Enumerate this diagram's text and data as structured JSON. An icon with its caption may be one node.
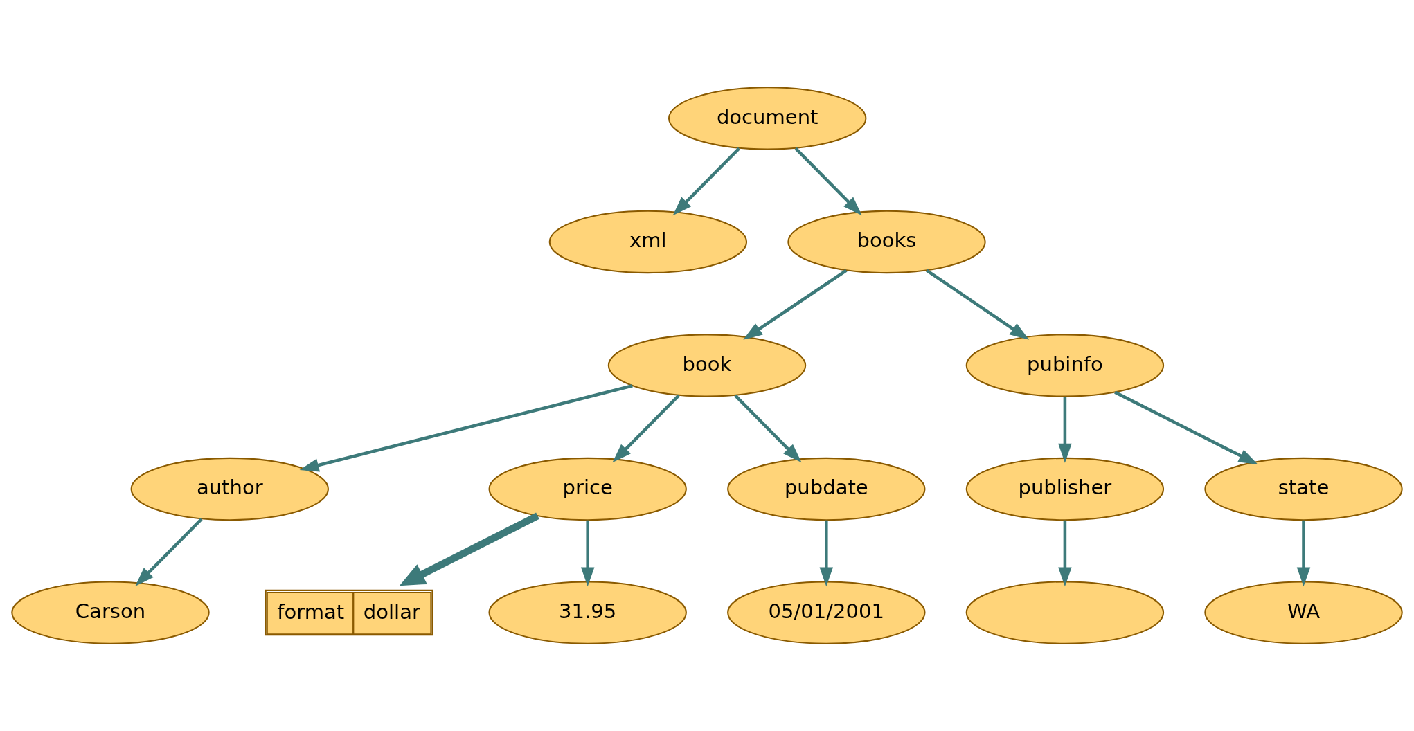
{
  "diagram": {
    "nodes": [
      {
        "text": [
          "document"
        ]
      },
      {
        "text": [
          "xml"
        ]
      },
      {
        "text": [
          "books"
        ]
      },
      {
        "text": [
          "book"
        ]
      },
      {
        "text": [
          "pubinfo"
        ]
      },
      {
        "text": [
          "author"
        ]
      },
      {
        "text": [
          "price"
        ]
      },
      {
        "text": [
          "pubdate"
        ]
      },
      {
        "text": [
          "publisher"
        ]
      },
      {
        "text": [
          "state"
        ]
      },
      {
        "text": [
          "format",
          "dollar"
        ]
      },
      {
        "text": [
          "Carson"
        ]
      },
      {
        "text": [
          "31.95"
        ]
      },
      {
        "text": [
          "05/01/2001"
        ]
      },
      {
        "text": [],
        "shape": "ellipse"
      },
      {
        "text": [
          "WA"
        ]
      }
    ],
    "edges": [
      {
        "from": 0,
        "to": 1,
        "arrow": "to"
      },
      {
        "from": 0,
        "to": 2,
        "arrow": "to"
      },
      {
        "from": 2,
        "to": 3,
        "arrow": "to"
      },
      {
        "from": 2,
        "to": 4,
        "arrow": "to"
      },
      {
        "from": 3,
        "to": 5,
        "arrow": "to"
      },
      {
        "from": 3,
        "to": 6,
        "arrow": "to"
      },
      {
        "from": 3,
        "to": 7,
        "arrow": "to"
      },
      {
        "from": 4,
        "to": 8,
        "arrow": "to"
      },
      {
        "from": 4,
        "to": 9,
        "arrow": "to"
      },
      {
        "from": 6,
        "to": 10,
        "arrow": "to",
        "style": "thick"
      },
      {
        "from": 5,
        "to": 11,
        "arrow": "to"
      },
      {
        "from": 6,
        "to": 12,
        "arrow": "to"
      },
      {
        "from": 7,
        "to": 13,
        "arrow": "to"
      },
      {
        "from": 8,
        "to": 14,
        "arrow": "to"
      },
      {
        "from": 9,
        "to": 15,
        "arrow": "to"
      }
    ]
  }
}
